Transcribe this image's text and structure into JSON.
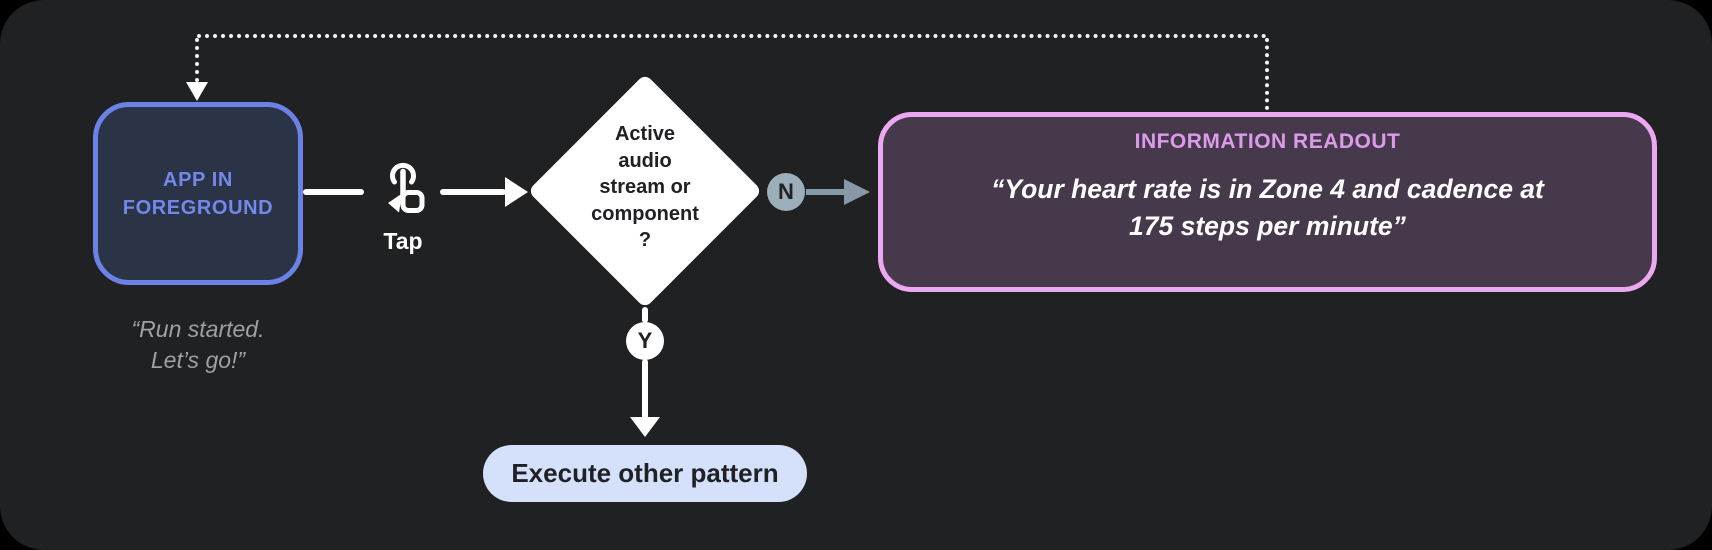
{
  "colors": {
    "page_background": "#000000",
    "card_background": "#202122",
    "app_node_fill": "#2B3346",
    "app_node_border": "#6B81E6",
    "app_node_text": "#7288EA",
    "caption_gray": "#9BA1A6",
    "diamond_fill": "#FFFFFF",
    "diamond_text": "#202124",
    "no_badge_fill": "#9DAEBB",
    "no_arrow": "#8799A9",
    "readout_fill": "#47394C",
    "readout_border": "#ECA9F2",
    "readout_title_text": "#DC9BEA",
    "readout_quote_text": "#FFFFFF",
    "pill_fill": "#D5E1FB",
    "pill_text": "#202124",
    "connector_white": "#FFFFFF"
  },
  "nodes": {
    "app": {
      "label_lines": [
        "APP IN",
        "FOREGROUND"
      ],
      "caption_lines": [
        "“Run started.",
        "Let’s go!”"
      ]
    },
    "tap": {
      "label": "Tap",
      "icon": "tap-gesture-icon"
    },
    "decision": {
      "label_lines": [
        "Active",
        "audio",
        "stream or",
        "component",
        "?"
      ]
    },
    "branch_no": {
      "badge": "N"
    },
    "branch_yes": {
      "badge": "Y"
    },
    "readout": {
      "title": "INFORMATION READOUT",
      "quote_lines": [
        "“Your heart rate is in Zone 4 and cadence at",
        "175 steps per minute”"
      ]
    },
    "execute": {
      "label": "Execute other pattern"
    }
  }
}
